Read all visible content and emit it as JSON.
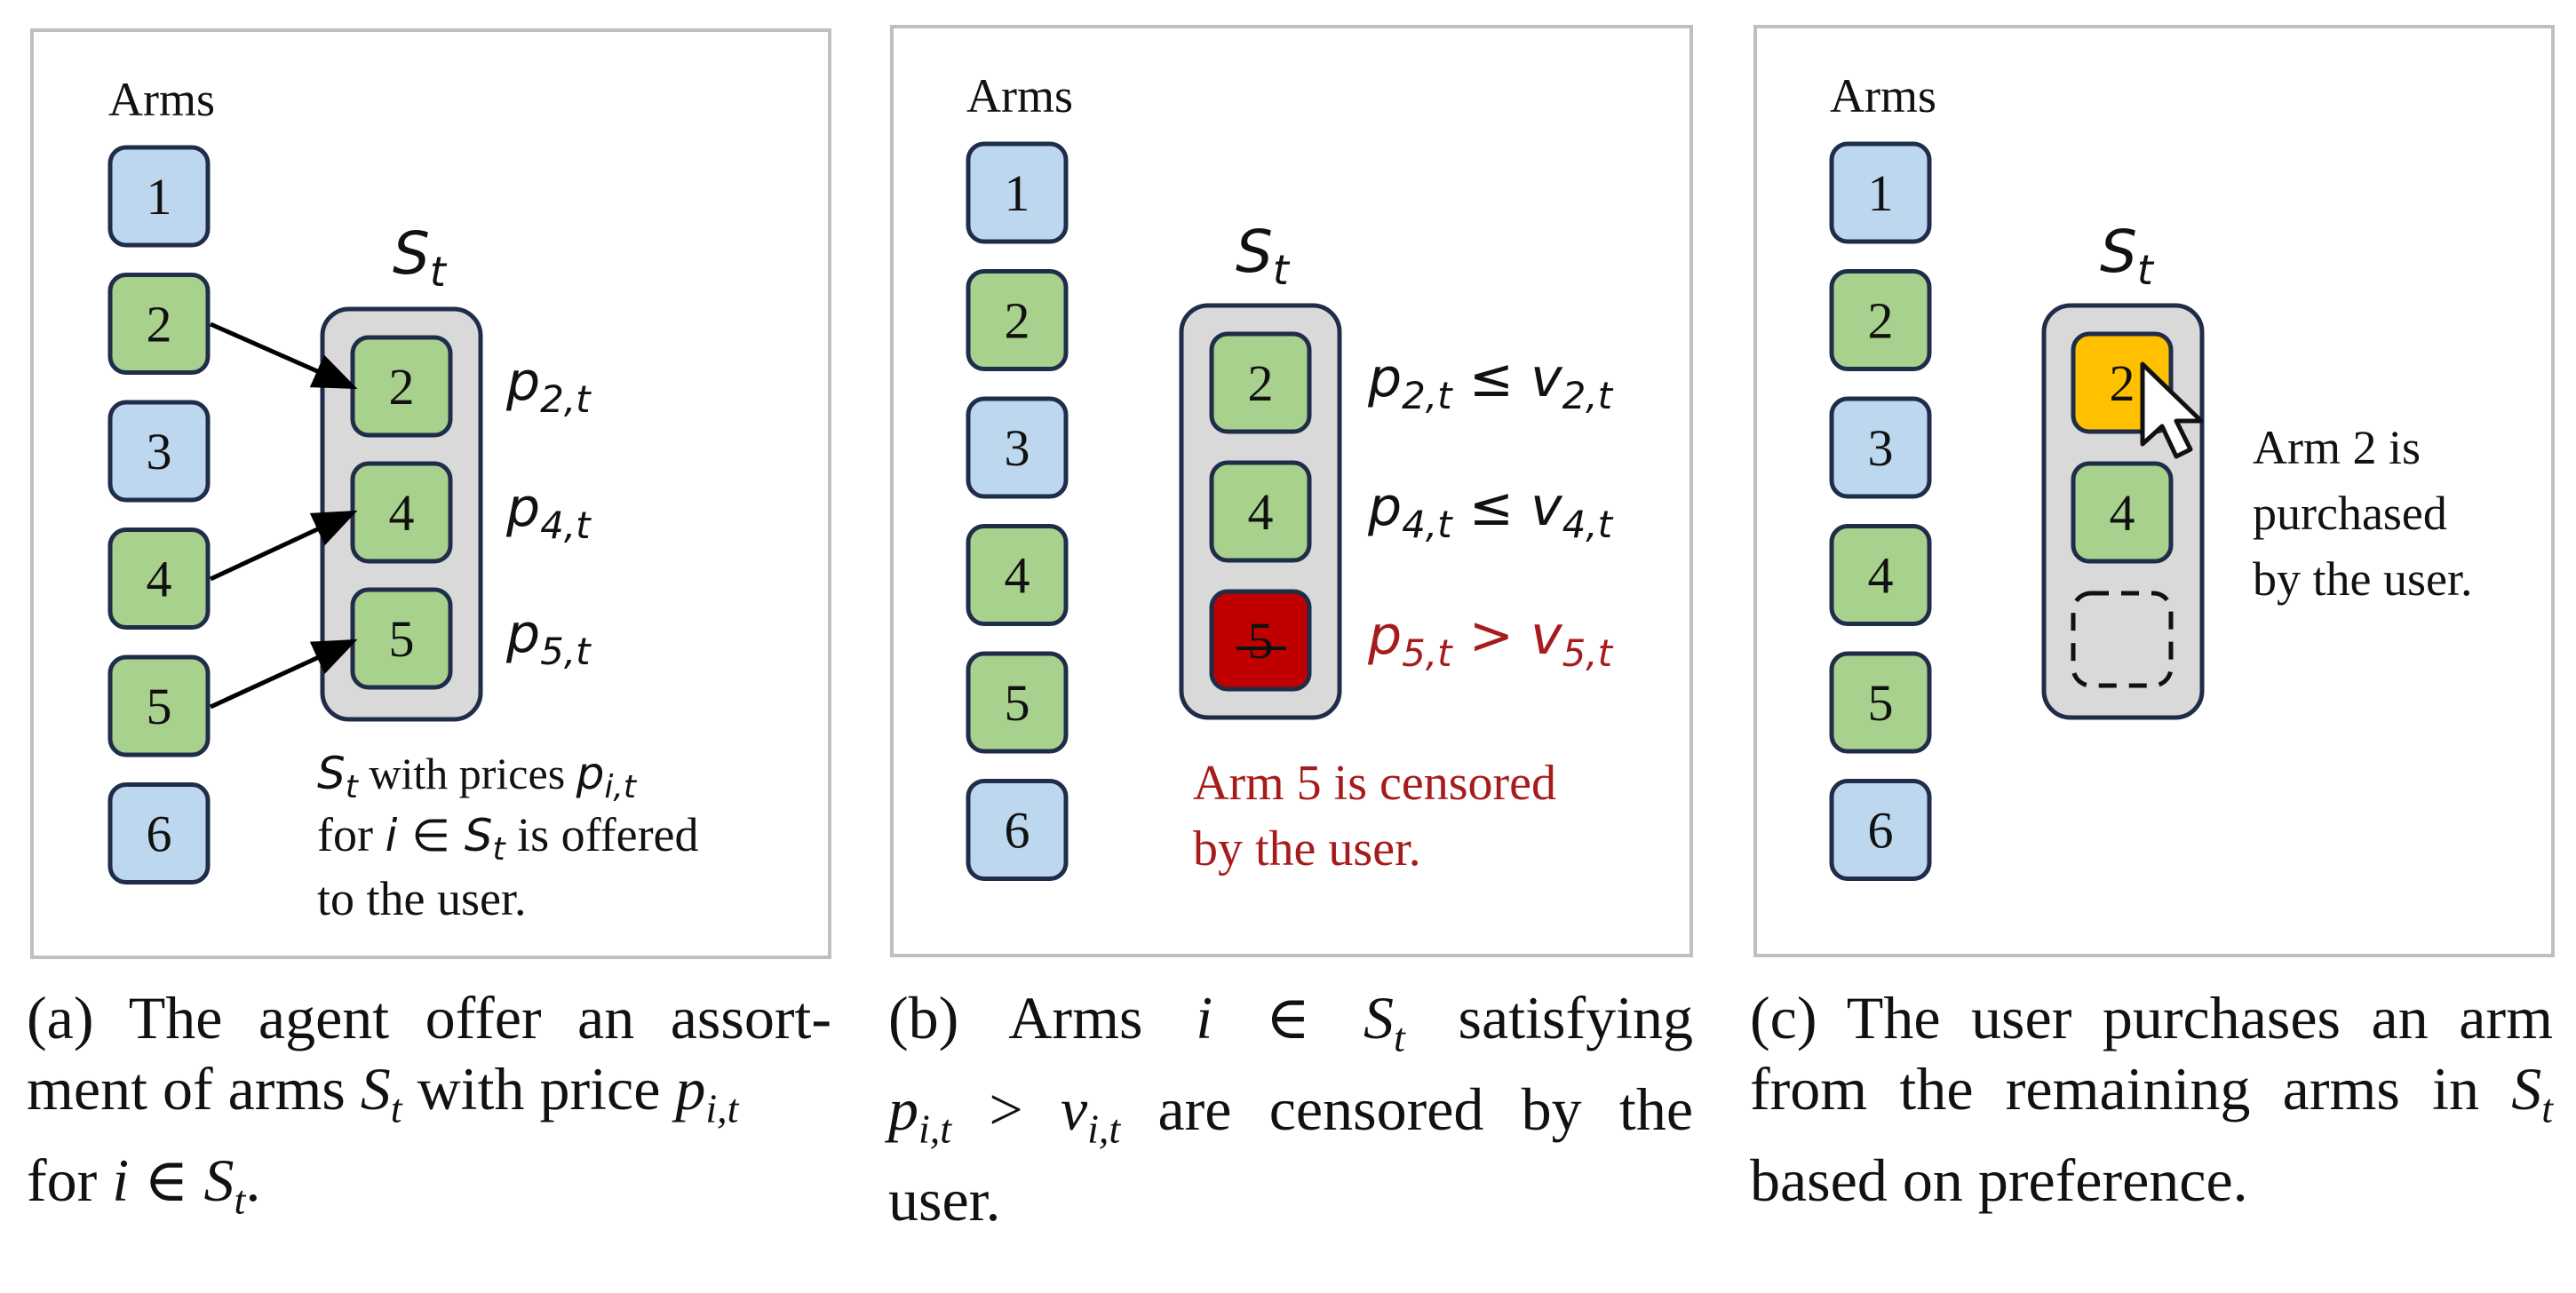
{
  "colors": {
    "blue_arm": "#bdd7ee",
    "green_arm": "#a9d18e",
    "red_arm": "#c00000",
    "yellow_arm": "#ffc000",
    "outline": "#1f2d4a",
    "assortment_box": "#d9d9d9",
    "censor_text": "#a61c1c",
    "panel_border": "#bfbfbf"
  },
  "panel_a": {
    "arms_label": "Arms",
    "arms": [
      "1",
      "2",
      "3",
      "4",
      "5",
      "6"
    ],
    "arm_colors": [
      "blue",
      "green",
      "blue",
      "green",
      "green",
      "blue"
    ],
    "assortment_label_base": "S",
    "assortment_label_sub": "t",
    "offered": [
      "2",
      "4",
      "5"
    ],
    "prices": [
      {
        "base": "p",
        "sub": "2,t"
      },
      {
        "base": "p",
        "sub": "4,t"
      },
      {
        "base": "p",
        "sub": "5,t"
      }
    ],
    "note_line1_pre": "S",
    "note_line1_sub": "t",
    "note_line1_mid": " with prices ",
    "note_line1_p": "p",
    "note_line1_psub": "i,t",
    "note_line2_pre": "for ",
    "note_line2_i": "i",
    "note_line2_in": " ∈ ",
    "note_line2_S": "S",
    "note_line2_Ssub": "t",
    "note_line2_post": " is offered",
    "note_line3": "to the user."
  },
  "panel_b": {
    "arms_label": "Arms",
    "arms": [
      "1",
      "2",
      "3",
      "4",
      "5",
      "6"
    ],
    "assortment_label_base": "S",
    "assortment_label_sub": "t",
    "offered": [
      "2",
      "4",
      "5"
    ],
    "conditions": [
      {
        "p": "p",
        "psub": "2,t",
        "op": " ≤ ",
        "v": "v",
        "vsub": "2,t"
      },
      {
        "p": "p",
        "psub": "4,t",
        "op": " ≤ ",
        "v": "v",
        "vsub": "4,t"
      },
      {
        "p": "p",
        "psub": "5,t",
        "op": " > ",
        "v": "v",
        "vsub": "5,t"
      }
    ],
    "censored_note_line1": "Arm 5 is censored",
    "censored_note_line2": "by the user."
  },
  "panel_c": {
    "arms_label": "Arms",
    "arms": [
      "1",
      "2",
      "3",
      "4",
      "5",
      "6"
    ],
    "assortment_label_base": "S",
    "assortment_label_sub": "t",
    "remaining": [
      "2",
      "4"
    ],
    "note_line1": "Arm 2 is",
    "note_line2": "purchased",
    "note_line3": "by the user."
  },
  "captions": {
    "a": {
      "l1": "(a) The agent offer an assort-",
      "l2_pre": "ment of arms ",
      "l2_S": "S",
      "l2_Ssub": "t",
      "l2_mid": " with price ",
      "l2_p": "p",
      "l2_psub": "i,t",
      "l3_pre": "for ",
      "l3_i": "i",
      "l3_in": " ∈ ",
      "l3_S": "S",
      "l3_Ssub": "t",
      "l3_post": "."
    },
    "b": {
      "l1_pre": "(b) Arms ",
      "l1_i": "i",
      "l1_in": " ∈ ",
      "l1_S": "S",
      "l1_Ssub": "t",
      "l1_post": " satisfying",
      "l2_p": "p",
      "l2_psub": "i,t",
      "l2_gt": " > ",
      "l2_v": "v",
      "l2_vsub": "i,t",
      "l2_post": " are censored by the",
      "l3": "user."
    },
    "c": {
      "l1": "(c) The user purchases an arm",
      "l2_pre": "from the remaining arms in ",
      "l2_S": "S",
      "l2_Ssub": "t",
      "l3": "based on preference."
    }
  }
}
